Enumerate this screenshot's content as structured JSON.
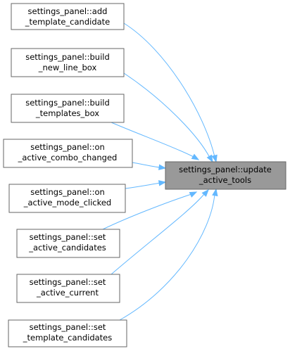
{
  "target": {
    "line1": "settings_panel::update",
    "line2": "_active_tools"
  },
  "callers": [
    {
      "id": "add_template_candidate",
      "line1": "settings_panel::add",
      "line2": "_template_candidate"
    },
    {
      "id": "build_new_line_box",
      "line1": "settings_panel::build",
      "line2": "_new_line_box"
    },
    {
      "id": "build_templates_box",
      "line1": "settings_panel::build",
      "line2": "_templates_box"
    },
    {
      "id": "on_active_combo_changed",
      "line1": "settings_panel::on",
      "line2": "_active_combo_changed"
    },
    {
      "id": "on_active_mode_clicked",
      "line1": "settings_panel::on",
      "line2": "_active_mode_clicked"
    },
    {
      "id": "set_active_candidates",
      "line1": "settings_panel::set",
      "line2": "_active_candidates"
    },
    {
      "id": "set_active_current",
      "line1": "settings_panel::set",
      "line2": "_active_current"
    },
    {
      "id": "set_template_candidates",
      "line1": "settings_panel::set",
      "line2": "_template_candidates"
    }
  ],
  "colors": {
    "edge": "#63b8ff",
    "target_fill": "#999999",
    "node_fill": "#ffffff",
    "node_stroke": "#666666"
  }
}
